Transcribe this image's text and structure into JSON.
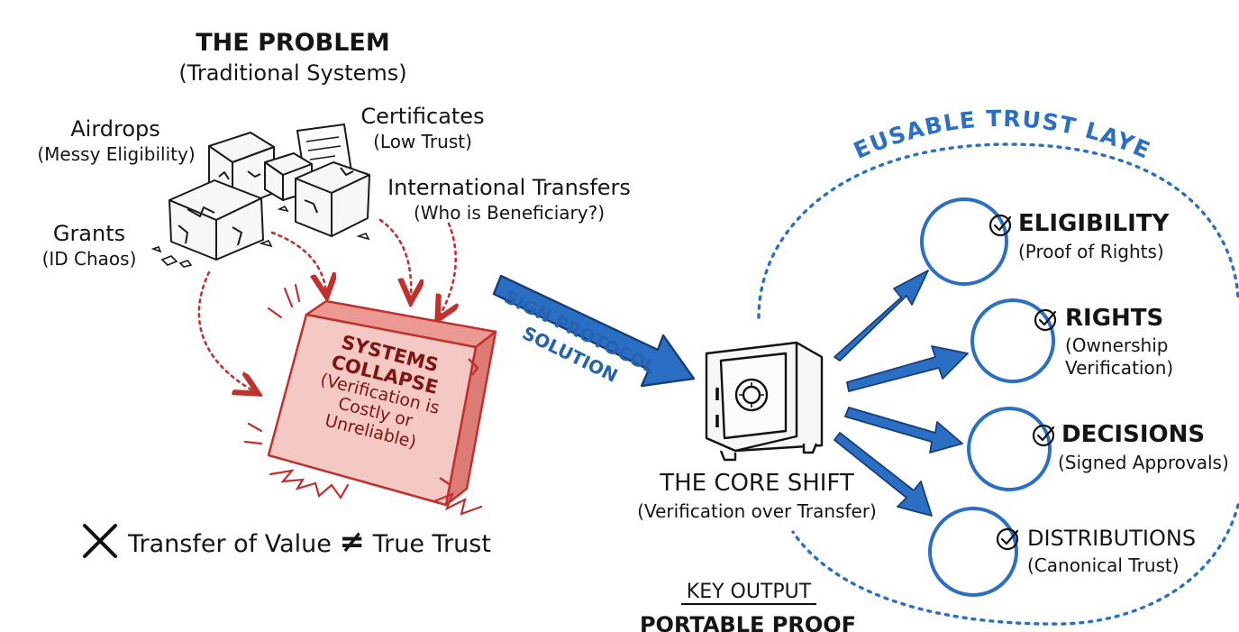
{
  "problem": {
    "title": "THE PROBLEM",
    "subtitle": "(Traditional Systems)",
    "items": [
      {
        "label": "Airdrops",
        "note": "(Messy Eligibility)"
      },
      {
        "label": "Certificates",
        "note": "(Low Trust)"
      },
      {
        "label": "International Transfers",
        "note": "(Who is Beneficiary?)"
      },
      {
        "label": "Grants",
        "note": "(ID Chaos)"
      }
    ],
    "collapse": {
      "title_line1": "SYSTEMS",
      "title_line2": "COLLAPSE",
      "note_line1": "(Verification is",
      "note_line2": "Costly or",
      "note_line3": "Unreliable)"
    },
    "statement": {
      "left": "Transfer of Value",
      "symbol": "≠",
      "right": "True Trust"
    }
  },
  "solution": {
    "arrow_line1": "SIGN PROTOCOL",
    "arrow_line2": "SOLUTION",
    "core_title": "THE CORE SHIFT",
    "core_subtitle": "(Verification over Transfer)",
    "key_output_label": "KEY OUTPUT",
    "key_output_value": "PORTABLE PROOF"
  },
  "trust_layer": {
    "title": "REUSABLE TRUST LAYER",
    "items": [
      {
        "label": "ELIGIBILITY",
        "note": "(Proof of Rights)"
      },
      {
        "label": "RIGHTS",
        "note_line1": "(Ownership",
        "note_line2": "Verification)"
      },
      {
        "label": "DECISIONS",
        "note": "(Signed Approvals)"
      },
      {
        "label": "DISTRIBUTIONS",
        "note": "(Canonical Trust)"
      }
    ]
  },
  "colors": {
    "accent_blue": "#2b6fc4",
    "collapse_red": "#c0312d",
    "collapse_fill": "#f4c9c3",
    "ink": "#151515"
  }
}
